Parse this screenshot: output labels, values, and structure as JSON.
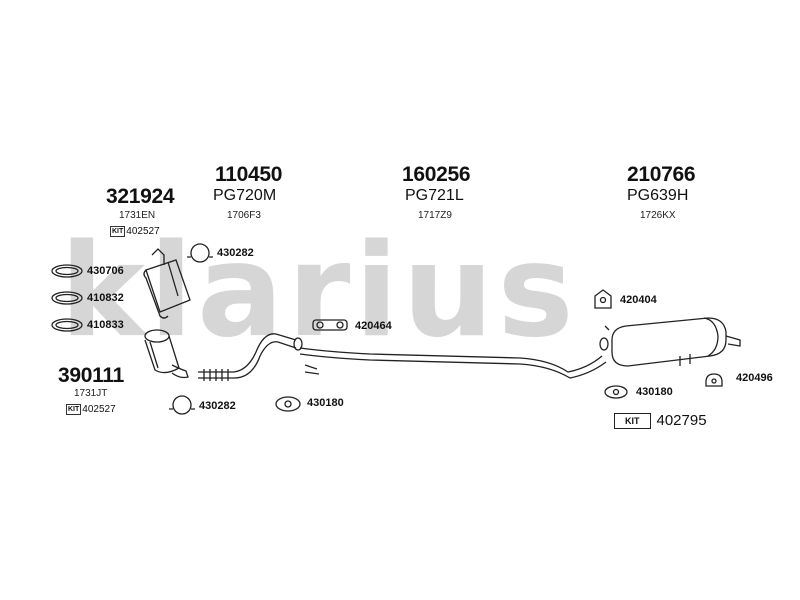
{
  "watermark": "klarius",
  "kit_badge": "KIT",
  "groups": [
    {
      "number": "321924",
      "ref": "1731EN",
      "kit": "402527"
    },
    {
      "number": "110450",
      "model": "PG720M",
      "ref": "1706F3"
    },
    {
      "number": "160256",
      "model": "PG721L",
      "ref": "1717Z9"
    },
    {
      "number": "210766",
      "model": "PG639H",
      "ref": "1726KX"
    },
    {
      "number": "390111",
      "ref": "1731JT",
      "kit": "402527"
    }
  ],
  "part_labels": {
    "ring1": "430706",
    "ring2": "410832",
    "ring3": "410833",
    "clamp_top": "430282",
    "clamp_bottom": "430282",
    "gasket": "430180",
    "hanger_mid": "420464",
    "hanger_right": "420404",
    "gasket_right": "430180",
    "rubber_right": "420496"
  },
  "main_kit": "402795"
}
